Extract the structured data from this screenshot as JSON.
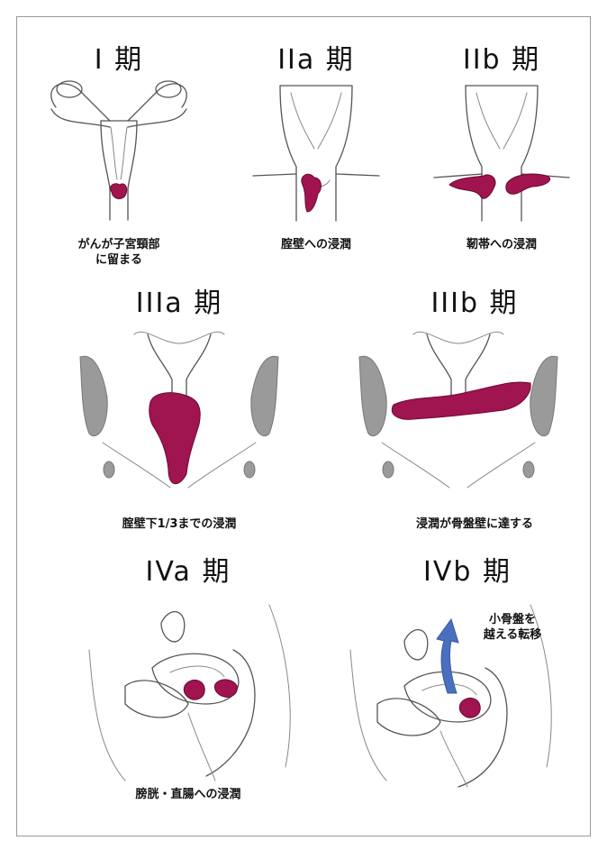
{
  "panels": {
    "stage1": {
      "title": "I 期",
      "caption_lines": [
        "がんが子宮頸部",
        "に留まる"
      ]
    },
    "stage2a": {
      "title": "IIa 期",
      "caption_lines": [
        "腟壁への浸潤"
      ]
    },
    "stage2b": {
      "title": "IIb 期",
      "caption_lines": [
        "靭帯への浸潤"
      ]
    },
    "stage3a": {
      "title": "IIIa 期",
      "caption_lines": [
        "腟壁下1/3までの浸潤"
      ]
    },
    "stage3b": {
      "title": "IIIb 期",
      "caption_lines": [
        "浸潤が骨盤壁に達する"
      ]
    },
    "stage4a": {
      "title": "IVa 期",
      "caption_lines": [
        "膀胱・直腸への浸潤"
      ]
    },
    "stage4b": {
      "title": "IVb 期",
      "caption_lines": [],
      "arrow_label_lines": [
        "小骨盤を",
        "越える転移"
      ]
    }
  },
  "colors": {
    "tumor": "#a0144f",
    "arrow": "#4a6fbf",
    "outline": "#555555"
  }
}
